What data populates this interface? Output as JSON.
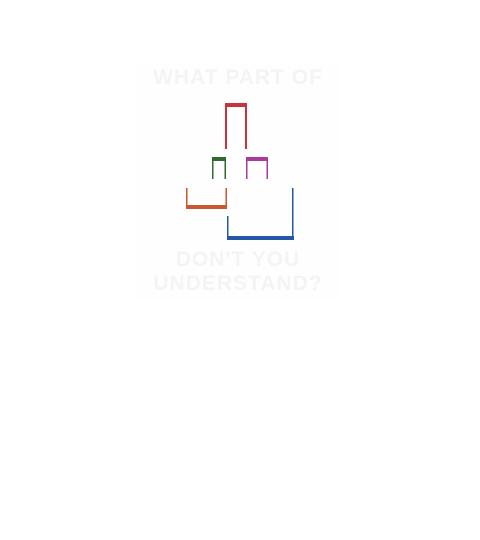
{
  "slogan": {
    "top": "WHAT PART OF",
    "bottom_line_1": "DON'T YOU",
    "bottom_line_2": "UNDERSTAND?"
  },
  "colors": {
    "background": "#ffffff",
    "text": "#f4f4f4",
    "red_bracket": "#c8323c",
    "green_bracket": "#2f6b2f",
    "magenta_bracket": "#a83a9a",
    "orange_bracket": "#c8582e",
    "blue_bracket": "#2556a8"
  }
}
